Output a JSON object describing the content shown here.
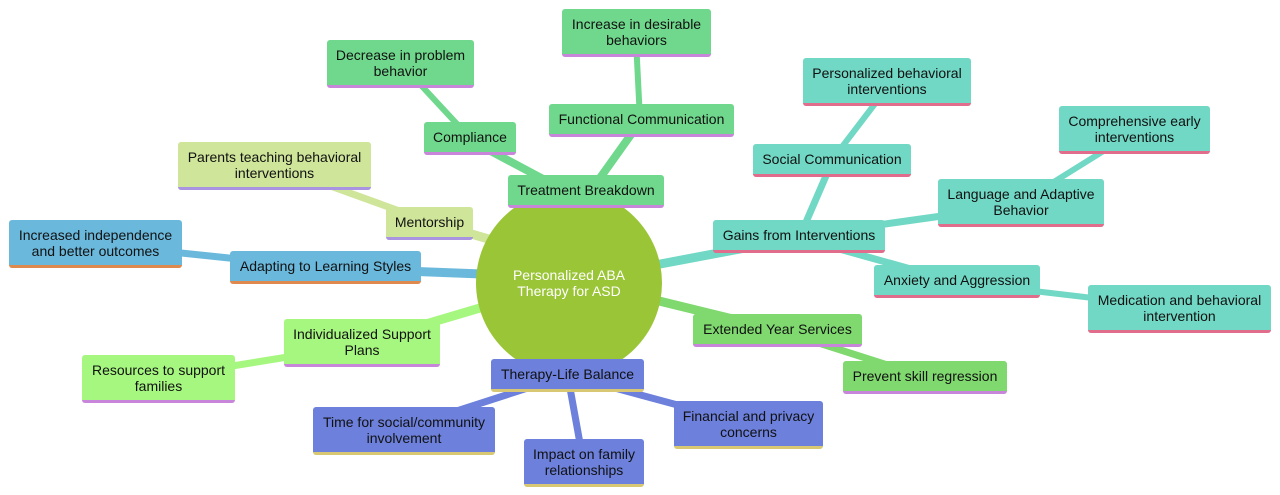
{
  "root": {
    "label": "Personalized ABA Therapy for ASD"
  },
  "branches": {
    "treatment": {
      "label": "Treatment Breakdown",
      "children": {
        "compliance": {
          "label": "Compliance",
          "detail": "Decrease in problem behavior"
        },
        "functional": {
          "label": "Functional Communication",
          "detail": "Increase in desirable behaviors"
        }
      }
    },
    "gains": {
      "label": "Gains from Interventions",
      "children": {
        "social": {
          "label": "Social Communication",
          "detail": "Personalized behavioral interventions"
        },
        "language": {
          "label": "Language and Adaptive Behavior",
          "detail": "Comprehensive early interventions"
        },
        "anxiety": {
          "label": "Anxiety and Aggression",
          "detail": "Medication and behavioral intervention"
        }
      }
    },
    "extended": {
      "label": "Extended Year Services",
      "detail": "Prevent skill regression"
    },
    "balance": {
      "label": "Therapy-Life Balance",
      "details": [
        "Time for social/community involvement",
        "Impact on family relationships",
        "Financial and privacy concerns"
      ]
    },
    "support": {
      "label": "Individualized Support Plans",
      "detail": "Resources to support families"
    },
    "learning": {
      "label": "Adapting to Learning Styles",
      "detail": "Increased independence and better outcomes"
    },
    "mentorship": {
      "label": "Mentorship",
      "detail": "Parents teaching behavioral interventions"
    }
  },
  "colors": {
    "root": "#9ac536",
    "treatment": "#6fd88c",
    "gains": "#70d8c4",
    "extended": "#7fd96f",
    "balance": "#6c80dc",
    "support": "#a6f77f",
    "learning": "#6ab8dc",
    "mentorship": "#cfe59a"
  }
}
